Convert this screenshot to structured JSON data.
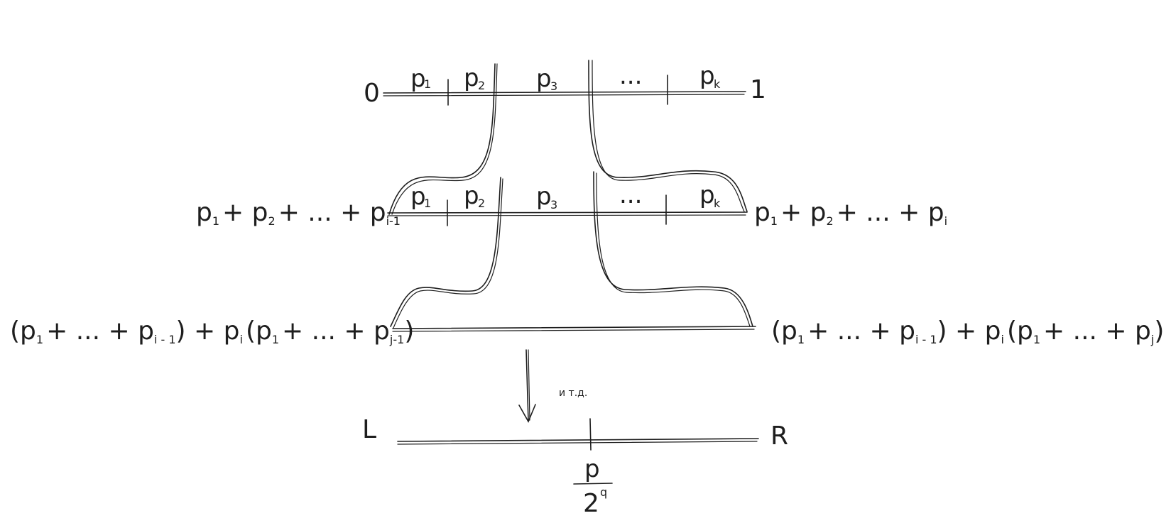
{
  "top_line": {
    "left_label": "0",
    "right_label": "1",
    "segments": [
      {
        "p": "p",
        "sub": "1"
      },
      {
        "p": "p",
        "sub": "2"
      },
      {
        "p": "p",
        "sub": "3"
      },
      {
        "dots": "..."
      },
      {
        "p": "p",
        "sub": "k"
      }
    ]
  },
  "middle_line": {
    "left_label": {
      "t1": "p",
      "s1": "1",
      "plus1": "+ ",
      "t2": "p",
      "s2": "2",
      "plus2": "+ ... + ",
      "t3": "p",
      "s3": "i-1"
    },
    "right_label": {
      "t1": "p",
      "s1": "1",
      "plus1": "+ ",
      "t2": "p",
      "s2": "2",
      "plus2": "+ ... + ",
      "t3": "p",
      "s3": "i"
    },
    "segments": [
      {
        "p": "p",
        "sub": "1"
      },
      {
        "p": "p",
        "sub": "2"
      },
      {
        "p": "p",
        "sub": "3"
      },
      {
        "dots": "..."
      },
      {
        "p": "p",
        "sub": "k"
      }
    ]
  },
  "bottom_line": {
    "left_label": {
      "open": "(",
      "t1": "p",
      "s1": "1",
      "mid1": "+ ... + ",
      "t2": "p",
      "s2": "i - 1",
      "close1": ") + ",
      "t3": "p",
      "s3": "i",
      "open2": "(",
      "t4": "p",
      "s4": "1",
      "mid2": "+ ... + ",
      "t5": "p",
      "s5": "j-1",
      "close2": ")"
    },
    "right_label": {
      "open": "(",
      "t1": "p",
      "s1": "1",
      "mid1": "+ ... + ",
      "t2": "p",
      "s2": "i - 1",
      "close1": ") + ",
      "t3": "p",
      "s3": "i",
      "open2": "(",
      "t4": "p",
      "s4": "1",
      "mid2": "+ ... + ",
      "t5": "p",
      "s5": "j",
      "close2": ")"
    }
  },
  "arrow_note": "и т.д.",
  "final_line": {
    "left_label": "L",
    "right_label": "R",
    "point_numerator": "p",
    "point_denominator": "2",
    "point_exponent": "q"
  }
}
